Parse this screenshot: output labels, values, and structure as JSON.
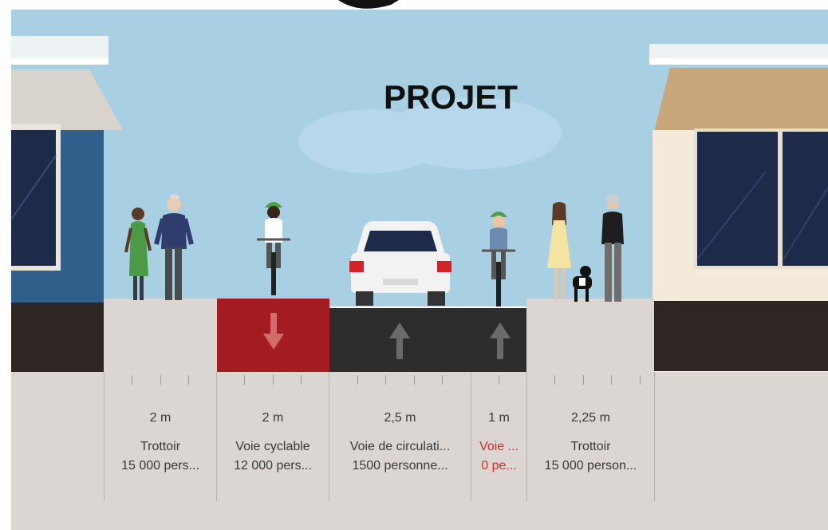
{
  "title": "PROJET",
  "segments": [
    {
      "width": "2 m",
      "name": "Trottoir",
      "capacity": "15 000 pers...",
      "warning": false
    },
    {
      "width": "2 m",
      "name": "Voie cyclable",
      "capacity": "12 000 pers...",
      "warning": false
    },
    {
      "width": "2,5 m",
      "name": "Voie de circulati...",
      "capacity": "1500 personne...",
      "warning": false
    },
    {
      "width": "1 m",
      "name": "Voie ...",
      "capacity": "0 pe...",
      "warning": true
    },
    {
      "width": "2,25 m",
      "name": "Trottoir",
      "capacity": "15 000 person...",
      "warning": false
    }
  ],
  "colors": {
    "sky": "#a9cfe3",
    "bike_lane": "#a31c22",
    "road": "#2d2d2d",
    "sidewalk": "#dbd6d1",
    "warning_text": "#c8322a",
    "building_left": "#2f5f8a",
    "building_right": "#f3ead9"
  },
  "icons": {
    "bike_lane_arrow": "arrow-down-icon",
    "road_arrow": "arrow-up-icon",
    "lane_arrow": "arrow-up-icon"
  }
}
